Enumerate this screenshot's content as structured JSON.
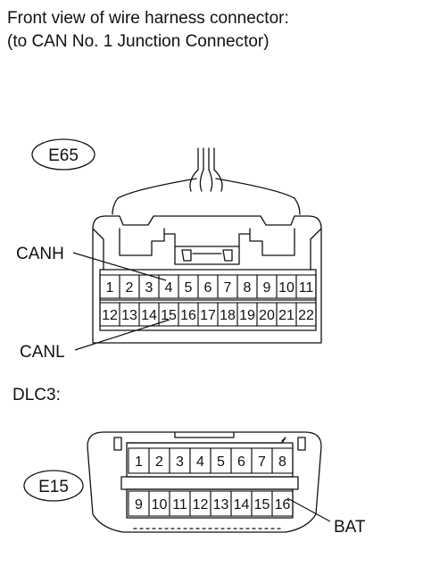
{
  "header": {
    "line1": "Front view of wire harness connector:",
    "line2": "(to CAN No. 1 Junction Connector)"
  },
  "connector_e65": {
    "label": "E65",
    "row1": [
      "1",
      "2",
      "3",
      "4",
      "5",
      "6",
      "7",
      "8",
      "9",
      "10",
      "11"
    ],
    "row2": [
      "12",
      "13",
      "14",
      "15",
      "16",
      "17",
      "18",
      "19",
      "20",
      "21",
      "22"
    ],
    "callouts": {
      "canh": "CANH",
      "canl": "CANL"
    }
  },
  "section_dlc3": {
    "title": "DLC3:"
  },
  "connector_e15": {
    "label": "E15",
    "row1": [
      "1",
      "2",
      "3",
      "4",
      "5",
      "6",
      "7",
      "8"
    ],
    "row2": [
      "9",
      "10",
      "11",
      "12",
      "13",
      "14",
      "15",
      "16"
    ],
    "callouts": {
      "bat": "BAT"
    }
  }
}
